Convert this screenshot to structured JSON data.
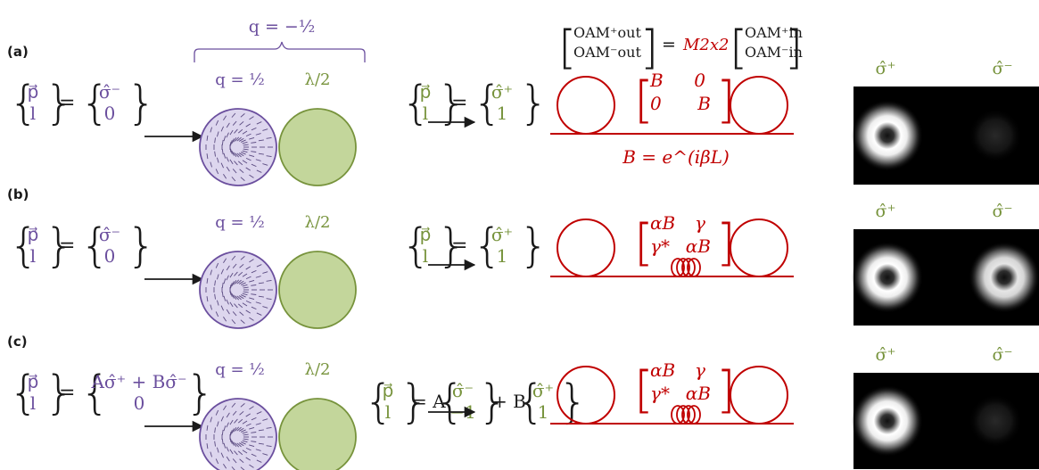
{
  "colors": {
    "purple": "#6b4f9e",
    "green": "#77933c",
    "red": "#c00000",
    "black": "#1a1a1a",
    "plate_fill": "#ddd6ee",
    "waveplate_fill": "#c3d69b",
    "camera_bg": "#000000"
  },
  "top_brace": {
    "label": "q = −½"
  },
  "matrix_equation": {
    "out_plus": "OAM⁺out",
    "out_minus": "OAM⁻out",
    "equals": "=",
    "matrix": "M2x2",
    "in_plus": "OAM⁺in",
    "in_minus": "OAM⁻in"
  },
  "rows": [
    {
      "tag": "(a)",
      "input": {
        "lhs_top": "p⃗",
        "lhs_bottom": "l",
        "equals": "=",
        "rhs_top": "σ̂⁻",
        "rhs_bottom": "0"
      },
      "q_label": "q = ½",
      "lambda_label": "λ/2",
      "output": {
        "lhs_top": "p⃗",
        "lhs_bottom": "l",
        "equals": "=",
        "rhs_top": "σ̂⁺",
        "rhs_bottom": "1"
      },
      "matrix": {
        "a11": "B",
        "a12": "0",
        "a21": "0",
        "a22": "B"
      },
      "extra_equation": "B = e^(iβL)",
      "camera_labels": [
        "σ̂⁺",
        "σ̂⁻"
      ],
      "beams": {
        "sigma_plus": 1.0,
        "sigma_minus": 0.08
      }
    },
    {
      "tag": "(b)",
      "input": {
        "lhs_top": "p⃗",
        "lhs_bottom": "l",
        "equals": "=",
        "rhs_top": "σ̂⁻",
        "rhs_bottom": "0"
      },
      "q_label": "q = ½",
      "lambda_label": "λ/2",
      "output": {
        "lhs_top": "p⃗",
        "lhs_bottom": "l",
        "equals": "=",
        "rhs_top": "σ̂⁺",
        "rhs_bottom": "1"
      },
      "matrix": {
        "a11": "αB",
        "a12": "γ",
        "a21": "γ*",
        "a22": "αB"
      },
      "camera_labels": [
        "σ̂⁺",
        "σ̂⁻"
      ],
      "beams": {
        "sigma_plus": 1.0,
        "sigma_minus": 0.9
      }
    },
    {
      "tag": "(c)",
      "input": {
        "lhs_top": "p⃗",
        "lhs_bottom": "l",
        "equals": "=",
        "rhs_top": "Aσ̂⁺ + Bσ̂⁻",
        "rhs_bottom": "0"
      },
      "q_label": "q = ½",
      "lambda_label": "λ/2",
      "output": {
        "lhs_top": "p⃗",
        "lhs_bottom": "l",
        "equals": "= A",
        "rhs1_top": "σ̂⁻",
        "rhs1_bottom": "−1",
        "plus": "+ B",
        "rhs2_top": "σ̂⁺",
        "rhs2_bottom": "1"
      },
      "matrix": {
        "a11": "αB",
        "a12": "γ",
        "a21": "γ*",
        "a22": "αB"
      },
      "camera_labels": [
        "σ̂⁺",
        "σ̂⁻"
      ],
      "beams": {
        "sigma_plus": 1.0,
        "sigma_minus": 0.07
      }
    }
  ]
}
